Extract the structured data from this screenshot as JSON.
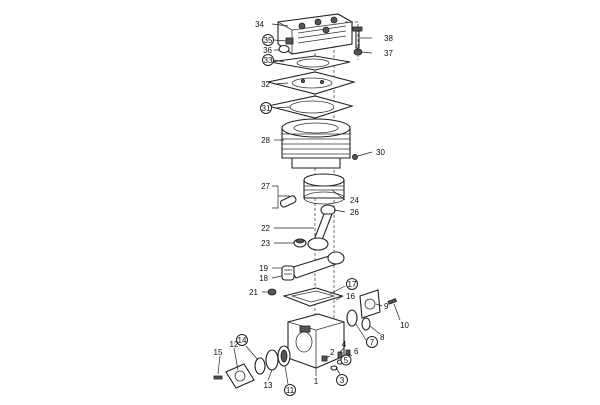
{
  "diagram": {
    "callouts": [
      {
        "id": "c34",
        "label": "34",
        "circled": false
      },
      {
        "id": "c35",
        "label": "35",
        "circled": true
      },
      {
        "id": "c36",
        "label": "36",
        "circled": false
      },
      {
        "id": "c33",
        "label": "33",
        "circled": true
      },
      {
        "id": "c38",
        "label": "38",
        "circled": false
      },
      {
        "id": "c37",
        "label": "37",
        "circled": false
      },
      {
        "id": "c32",
        "label": "32",
        "circled": false
      },
      {
        "id": "c31",
        "label": "31",
        "circled": true
      },
      {
        "id": "c28",
        "label": "28",
        "circled": false
      },
      {
        "id": "c30",
        "label": "30",
        "circled": false
      },
      {
        "id": "c27",
        "label": "27",
        "circled": false
      },
      {
        "id": "c24",
        "label": "24",
        "circled": false
      },
      {
        "id": "c26",
        "label": "26",
        "circled": false
      },
      {
        "id": "c22",
        "label": "22",
        "circled": false
      },
      {
        "id": "c23",
        "label": "23",
        "circled": false
      },
      {
        "id": "c19",
        "label": "19",
        "circled": false
      },
      {
        "id": "c18",
        "label": "18",
        "circled": false
      },
      {
        "id": "c17",
        "label": "17",
        "circled": true
      },
      {
        "id": "c21",
        "label": "21",
        "circled": false
      },
      {
        "id": "c16",
        "label": "16",
        "circled": false
      },
      {
        "id": "c9",
        "label": "9",
        "circled": false
      },
      {
        "id": "c10",
        "label": "10",
        "circled": false
      },
      {
        "id": "c7",
        "label": "7",
        "circled": true
      },
      {
        "id": "c8",
        "label": "8",
        "circled": false
      },
      {
        "id": "c14",
        "label": "14",
        "circled": true
      },
      {
        "id": "c12",
        "label": "12",
        "circled": false
      },
      {
        "id": "c15",
        "label": "15",
        "circled": false
      },
      {
        "id": "c13",
        "label": "13",
        "circled": false
      },
      {
        "id": "c11",
        "label": "11",
        "circled": true
      },
      {
        "id": "c1",
        "label": "1",
        "circled": false
      },
      {
        "id": "c2",
        "label": "2",
        "circled": false
      },
      {
        "id": "c3",
        "label": "3",
        "circled": true
      },
      {
        "id": "c4",
        "label": "4",
        "circled": false
      },
      {
        "id": "c5",
        "label": "5",
        "circled": true
      },
      {
        "id": "c6",
        "label": "6",
        "circled": false
      }
    ]
  }
}
